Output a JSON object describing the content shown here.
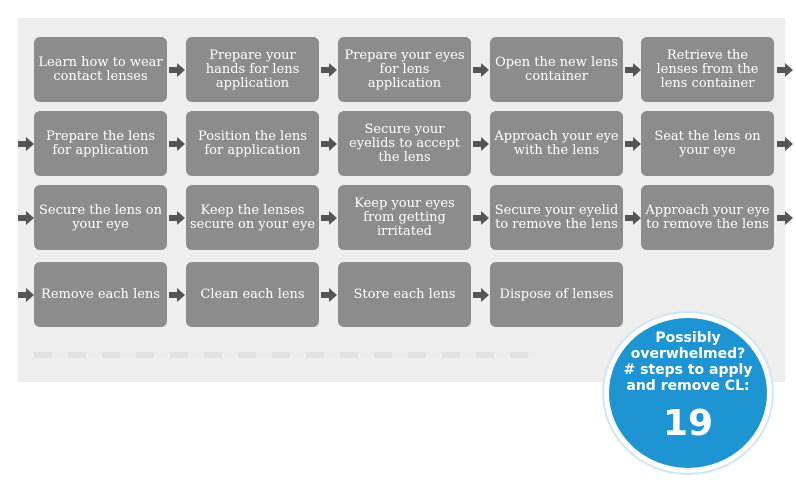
{
  "steps": [
    "Learn how to wear contact lenses",
    "Prepare your hands for lens application",
    "Prepare your eyes for lens application",
    "Open the new lens container",
    "Retrieve the lenses from the lens container",
    "Prepare the lens for application",
    "Position the lens for application",
    "Secure your eyelids to accept the lens",
    "Approach your eye with the lens",
    "Seat the lens on your eye",
    "Secure the lens on your eye",
    "Keep the lenses secure on your eye",
    "Keep your eyes from getting irritated",
    "Secure your eyelid to remove the lens",
    "Approach your eye to remove the lens",
    "Remove each lens",
    "Clean each lens",
    "Store each lens",
    "Dispose of lenses"
  ],
  "badge": {
    "line1": "Possibly",
    "line2": "overwhelmed?",
    "line3": "# steps to apply",
    "line4": "and remove CL:",
    "count": "19"
  },
  "colors": {
    "step_box": "#8c8c8c",
    "arrow": "#555555",
    "badge": "#1e94d2",
    "panel": "#eeeeee"
  }
}
